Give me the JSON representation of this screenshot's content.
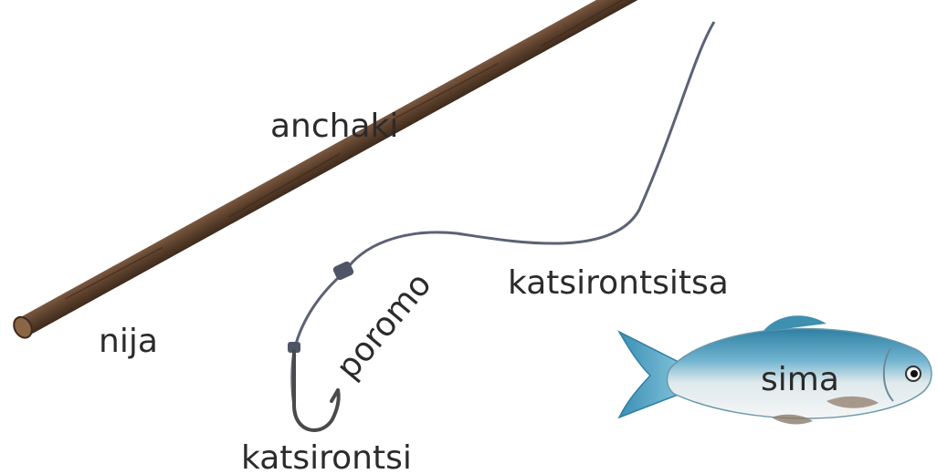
{
  "labels": {
    "rod": "anchaki",
    "rod_butt": "nija",
    "line": "katsirontsitsa",
    "knot_section": "poromo",
    "hook": "katsirontsi",
    "fish": "sima"
  },
  "colors": {
    "background": "#ffffff",
    "rod": "#5a3f2b",
    "line": "#5c6275",
    "hook": "#4a4a4a",
    "fish_back": "#3f8fb0",
    "fish_belly": "#eef2f2",
    "text": "#2b2b2b"
  },
  "icons": {
    "rod": "fishing-rod-icon",
    "hook": "fishing-hook-icon",
    "fish": "fish-icon"
  }
}
